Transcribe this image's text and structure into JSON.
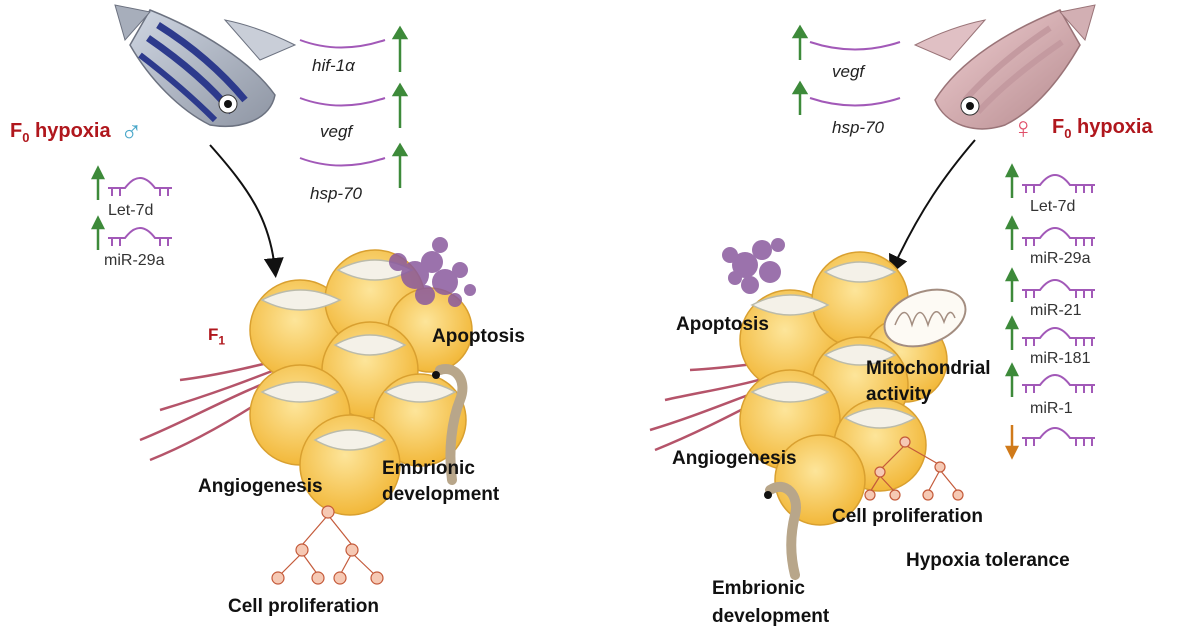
{
  "left": {
    "condition": "F",
    "condition_sub": "0",
    "condition_word": "hypoxia",
    "sex_symbol": "♂",
    "generation": "F",
    "generation_sub": "1",
    "genes": [
      "hif-1α",
      "vegf",
      "hsp-70"
    ],
    "mirnas": [
      "Let-7d",
      "miR-29a"
    ],
    "process_apoptosis": "Apoptosis",
    "process_angiogenesis": "Angiogenesis",
    "process_embryo_1": "Embrionic",
    "process_embryo_2": "development",
    "process_cell": "Cell proliferation"
  },
  "right": {
    "condition": "F",
    "condition_sub": "0",
    "condition_word": "hypoxia",
    "sex_symbol": "♀",
    "genes": [
      "vegf",
      "hsp-70"
    ],
    "mirnas": [
      "Let-7d",
      "miR-29a",
      "miR-21",
      "miR-181",
      "miR-1"
    ],
    "process_apoptosis": "Apoptosis",
    "process_mito_1": "Mitochondrial",
    "process_mito_2": "activity",
    "process_angiogenesis": "Angiogenesis",
    "process_cell": "Cell proliferation",
    "process_tolerance": "Hypoxia tolerance",
    "process_embryo_1": "Embrionic",
    "process_embryo_2": "development"
  },
  "colors": {
    "up_arrow": "#3d8a3a",
    "down_arrow": "#d07a1a",
    "mirna": "#a259b8",
    "label_red": "#b0171d",
    "male_symbol": "#4aa7c9",
    "female_symbol": "#e0506a",
    "cell": "#f7c94a",
    "vessel": "#b5546a"
  }
}
